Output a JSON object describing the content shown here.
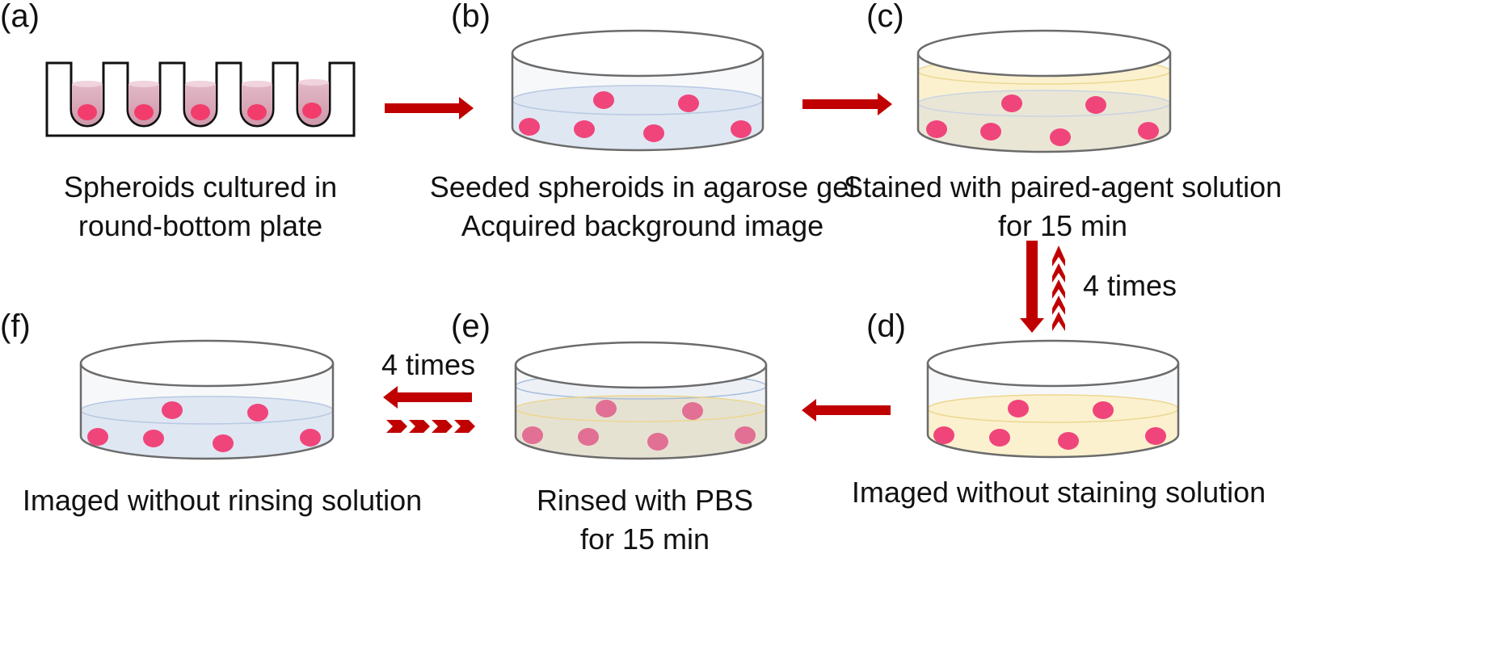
{
  "colors": {
    "arrow": "#c00000",
    "spheroid": "#f04a72",
    "dish_outline": "#6b6b6b",
    "agarose_blue": "#dde6f3",
    "stain_yellow": "#fbf0c8",
    "liquid_tan": "#e9e4d2"
  },
  "panels": {
    "a": {
      "letter": "(a)",
      "caption_lines": [
        "Spheroids cultured in",
        "round-bottom  plate"
      ]
    },
    "b": {
      "letter": "(b)",
      "caption_lines": [
        "Seeded  spheroids  in  agarose  gel",
        "Acquired  background  image"
      ]
    },
    "c": {
      "letter": "(c)",
      "caption_lines": [
        "Stained  with  paired-agent  solution",
        "for 15 min"
      ]
    },
    "d": {
      "letter": "(d)",
      "caption_lines": [
        "Imaged  without  staining  solution"
      ]
    },
    "e": {
      "letter": "(e)",
      "caption_lines": [
        "Rinsed with PBS",
        "for 15 min"
      ]
    },
    "f": {
      "letter": "(f)",
      "caption_lines": [
        "Imaged  without  rinsing  solution"
      ]
    }
  },
  "repeat_labels": {
    "c_to_d": "4 times",
    "e_to_f": "4 times"
  },
  "icons": {
    "plate": "round-bottom-plate-icon",
    "dish": "petri-dish-icon",
    "spheroid": "spheroid-icon",
    "arrow": "process-arrow-icon",
    "chevrons": "repeat-chevron-icon"
  }
}
